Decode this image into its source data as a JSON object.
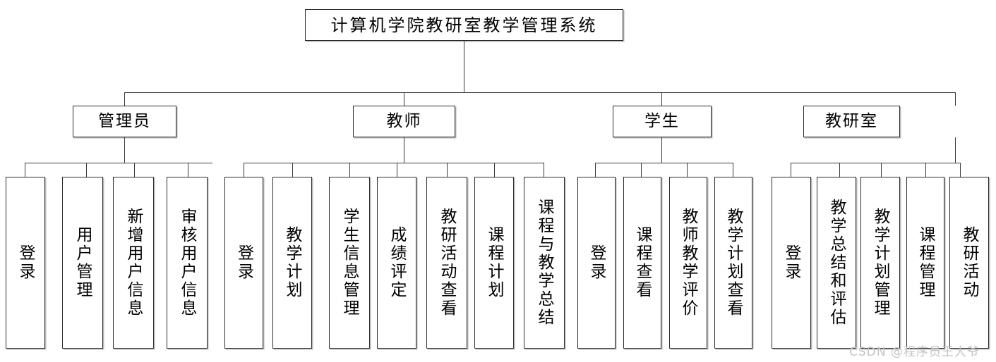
{
  "diagram": {
    "type": "hierarchy-tree",
    "title": "计算机学院教研室教学管理系统",
    "root": {
      "label": "计算机学院教研室教学管理系统"
    },
    "branches": [
      {
        "label": "管理员",
        "children": [
          {
            "label": "登录"
          },
          {
            "label": "用户管理"
          },
          {
            "label": "新增用户信息"
          },
          {
            "label": "审核用户信息"
          }
        ]
      },
      {
        "label": "教师",
        "children": [
          {
            "label": "登录"
          },
          {
            "label": "教学计划"
          },
          {
            "label": "学生信息管理"
          },
          {
            "label": "成绩评定"
          },
          {
            "label": "教研活动查看"
          },
          {
            "label": "课程计划"
          },
          {
            "label": "课程与教学总结"
          }
        ]
      },
      {
        "label": "学生",
        "children": [
          {
            "label": "登录"
          },
          {
            "label": "课程查看"
          },
          {
            "label": "教师教学评价"
          },
          {
            "label": "教学计划查看"
          }
        ]
      },
      {
        "label": "教研室",
        "children": [
          {
            "label": "登录"
          },
          {
            "label": "教学总结和评估"
          },
          {
            "label": "教学计划管理"
          },
          {
            "label": "课程管理"
          },
          {
            "label": "教研活动"
          }
        ]
      }
    ]
  },
  "watermark": {
    "text": "CSDN @程序员王大爷"
  },
  "colors": {
    "background": "#ffffff",
    "stroke": "#2b2b2b",
    "shadow": "#b9b9b9",
    "text": "#000000",
    "watermark": "#c3c3c3"
  }
}
